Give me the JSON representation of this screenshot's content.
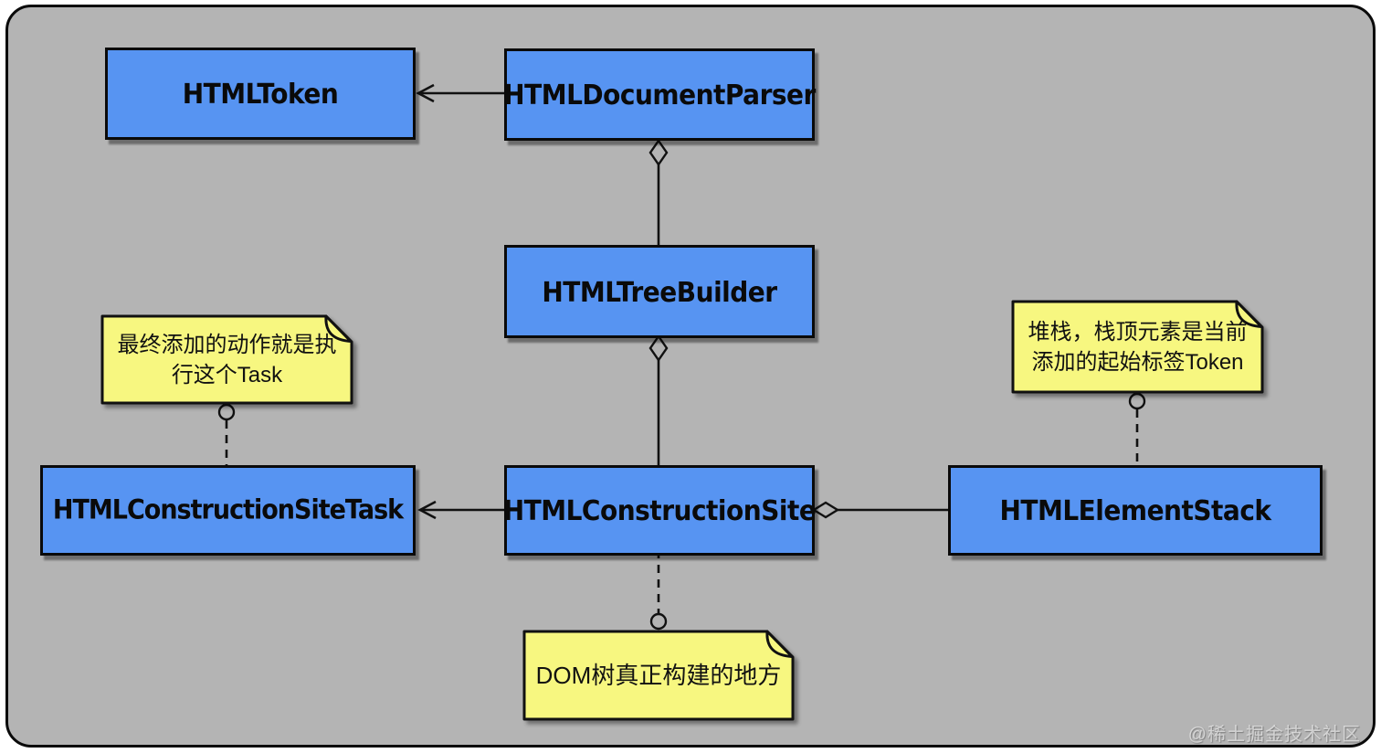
{
  "diagram": {
    "type": "uml-class-diagram",
    "classes": [
      {
        "name": "HTMLToken"
      },
      {
        "name": "HTMLDocumentParser"
      },
      {
        "name": "HTMLTreeBuilder"
      },
      {
        "name": "HTMLConstructionSiteTask"
      },
      {
        "name": "HTMLConstructionSite"
      },
      {
        "name": "HTMLElementStack"
      }
    ],
    "notes": [
      {
        "target": "HTMLConstructionSiteTask",
        "lines": [
          "最终添加的动作就是执",
          "行这个Task"
        ]
      },
      {
        "target": "HTMLElementStack",
        "lines": [
          "堆栈，栈顶元素是当前",
          "添加的起始标签Token"
        ]
      },
      {
        "target": "HTMLConstructionSite",
        "lines": [
          "DOM树真正构建的地方"
        ]
      }
    ],
    "relationships": [
      {
        "from": "HTMLDocumentParser",
        "to": "HTMLToken",
        "type": "directed-association"
      },
      {
        "from": "HTMLDocumentParser",
        "to": "HTMLTreeBuilder",
        "type": "aggregation"
      },
      {
        "from": "HTMLTreeBuilder",
        "to": "HTMLConstructionSite",
        "type": "aggregation"
      },
      {
        "from": "HTMLConstructionSite",
        "to": "HTMLConstructionSiteTask",
        "type": "directed-association"
      },
      {
        "from": "HTMLConstructionSite",
        "to": "HTMLElementStack",
        "type": "aggregation"
      }
    ],
    "colors": {
      "class_fill": "#5794f2",
      "note_fill": "#f7f780",
      "canvas": "#b4b4b4",
      "line": "#111111"
    },
    "watermark": "@稀土掘金技术社区"
  }
}
